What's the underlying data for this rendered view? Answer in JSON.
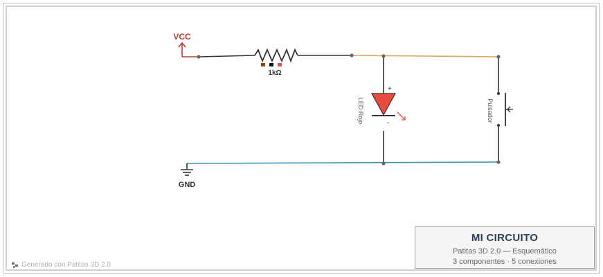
{
  "schematic": {
    "vcc_label": "VCC",
    "gnd_label": "GND",
    "resistor_label": "1kΩ",
    "led_label": "LED Rojo",
    "led_plus": "+",
    "led_minus": "-",
    "button_label": "Pulsador"
  },
  "title_block": {
    "title": "MI CIRCUITO",
    "subtitle": "Patitas 3D 2.0 — Esquemático",
    "stats": "3 componentes · 5 conexiones"
  },
  "footer": {
    "text": "Generado con Patitas 3D 2.0"
  },
  "colors": {
    "vcc": "#c0392b",
    "wire_dark": "#333333",
    "wire_orange": "#e8a060",
    "wire_blue": "#3a8fb7",
    "led_fill": "#e74c3c",
    "title_text": "#2e3f57",
    "band_brown": "#8b4513",
    "band_black": "#111111",
    "band_red": "#d9534f"
  }
}
